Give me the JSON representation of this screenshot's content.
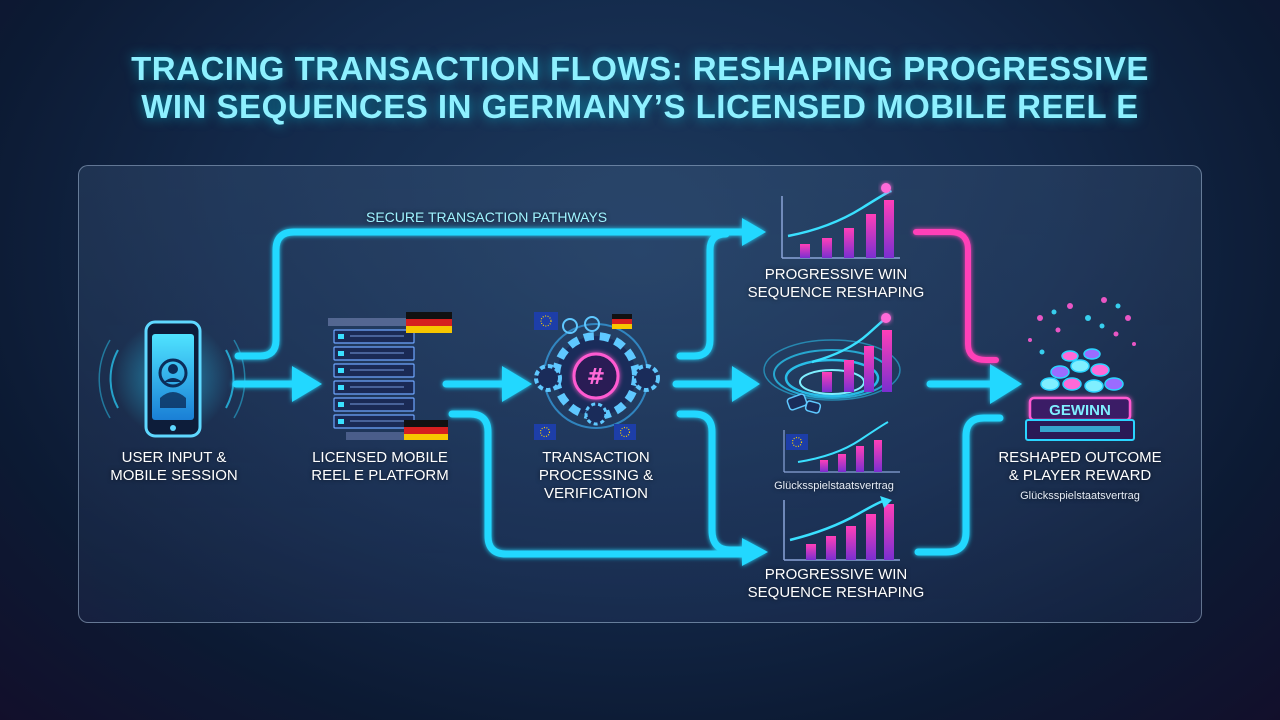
{
  "title": {
    "line1": "TRACING TRANSACTION FLOWS: RESHAPING PROGRESSIVE",
    "line2": "WIN SEQUENCES IN GERMANY’S LICENSED MOBILE REEL E"
  },
  "pathway_label": "SECURE TRANSACTION PATHWAYS",
  "nodes": {
    "user": {
      "line1": "USER INPUT &",
      "line2": "MOBILE SESSION"
    },
    "platform": {
      "line1": "LICENSED MOBILE",
      "line2": "REEL E PLATFORM"
    },
    "processing": {
      "line1": "TRANSACTION",
      "line2": "PROCESSING &",
      "line3": "VERIFICATION"
    },
    "win_top": {
      "line1": "PROGRESSIVE WIN",
      "line2": "SEQUENCE RESHAPING"
    },
    "win_bottom": {
      "line1": "PROGRESSIVE WIN",
      "line2": "SEQUENCE RESHAPING"
    },
    "middle_caption": "Glücksspielstaatsvertrag",
    "outcome": {
      "line1": "RESHAPED OUTCOME",
      "line2": "& PLAYER REWARD",
      "caption": "Glücksspielstaatsvertrag",
      "badge": "GEWINN"
    }
  },
  "colors": {
    "cyan": "#22d8ff",
    "magenta": "#ff3fb8",
    "purple": "#7a4bff",
    "title": "#8ef0ff"
  },
  "icons": [
    "smartphone-icon",
    "server-rack-icon",
    "gear-icon",
    "bar-chart-icon",
    "vortex-icon",
    "treasure-chest-icon",
    "eu-flag-icon",
    "germany-flag-icon"
  ]
}
